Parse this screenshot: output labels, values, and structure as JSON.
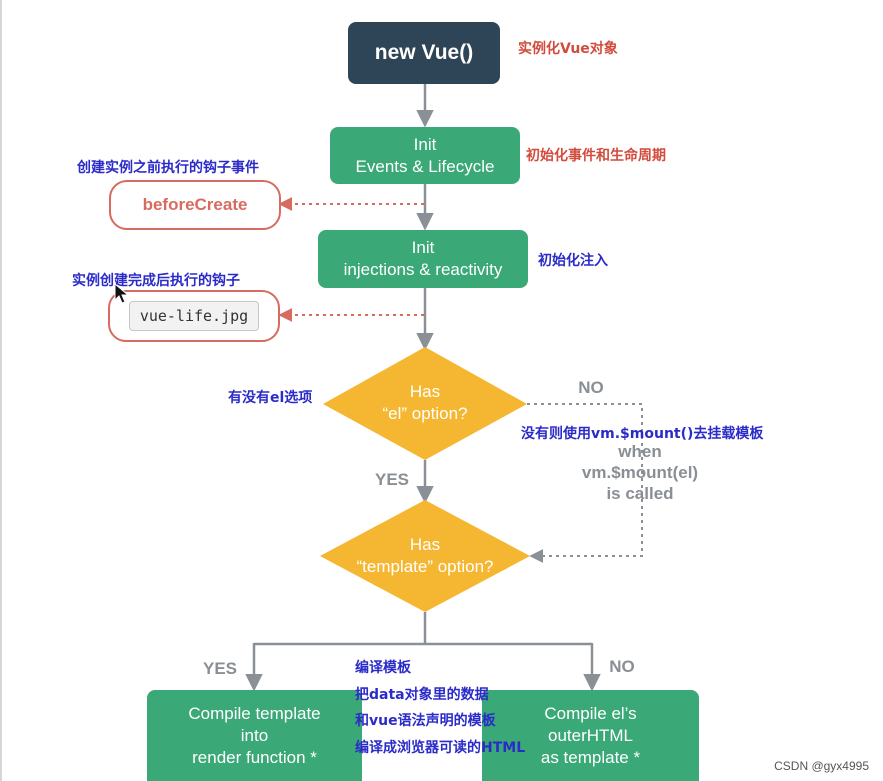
{
  "nodes": {
    "new_vue": "new Vue()",
    "init_events": [
      "Init",
      "Events & Lifecycle"
    ],
    "init_injections": [
      "Init",
      "injections & reactivity"
    ],
    "has_el": [
      "Has",
      "“el” option?"
    ],
    "has_template": [
      "Has",
      "“template” option?"
    ],
    "compile_template": [
      "Compile template",
      "into",
      "render function *"
    ],
    "compile_el": [
      "Compile el’s",
      "outerHTML",
      "as template *"
    ]
  },
  "hooks": {
    "before_create": "beforeCreate",
    "created_image": "vue-life.jpg"
  },
  "edge_labels": {
    "no_el": "NO",
    "yes_el": "YES",
    "when_mount": [
      "when",
      "vm.$mount(el)",
      "is called"
    ],
    "yes_template": "YES",
    "no_template": "NO"
  },
  "annotations": {
    "new_vue": "实例化Vue对象",
    "init_events": "初始化事件和生命周期",
    "before_create": "创建实例之前执行的钩子事件",
    "init_injections": "初始化注入",
    "created": "实例创建完成后执行的钩子",
    "has_el": "有没有el选项",
    "mount": "没有则使用vm.$mount()去挂载模板",
    "compile_1": "编译模板",
    "compile_2": "把data对象里的数据",
    "compile_3": "和vue语法声明的模板",
    "compile_4": "编译成浏览器可读的HTML"
  },
  "watermark": "CSDN @gyx4995",
  "colors": {
    "navy": "#2e4457",
    "green": "#3aa877",
    "diamond": "#f5b731",
    "hook_border": "#d86b60",
    "annotation_red": "#d24b3c",
    "annotation_blue": "#2b2bc9",
    "arrow": "#8a9096"
  }
}
